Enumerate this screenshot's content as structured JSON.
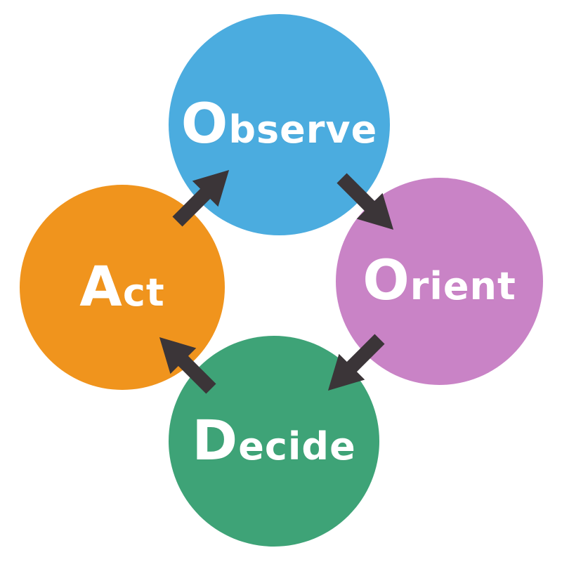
{
  "diagram": {
    "background_color": "#ffffff",
    "label_color": "#ffffff",
    "arrow_color": "#3b3538",
    "nodes": {
      "observe": {
        "label": "Observe",
        "color": "#4bacdf"
      },
      "orient": {
        "label": "Orient",
        "color": "#c983c6"
      },
      "decide": {
        "label": "Decide",
        "color": "#3ea377"
      },
      "act": {
        "label": "Act",
        "color": "#f0941d"
      }
    },
    "arrows": [
      {
        "from": "Act",
        "to": "Observe"
      },
      {
        "from": "Observe",
        "to": "Orient"
      },
      {
        "from": "Orient",
        "to": "Decide"
      },
      {
        "from": "Decide",
        "to": "Act"
      }
    ]
  }
}
